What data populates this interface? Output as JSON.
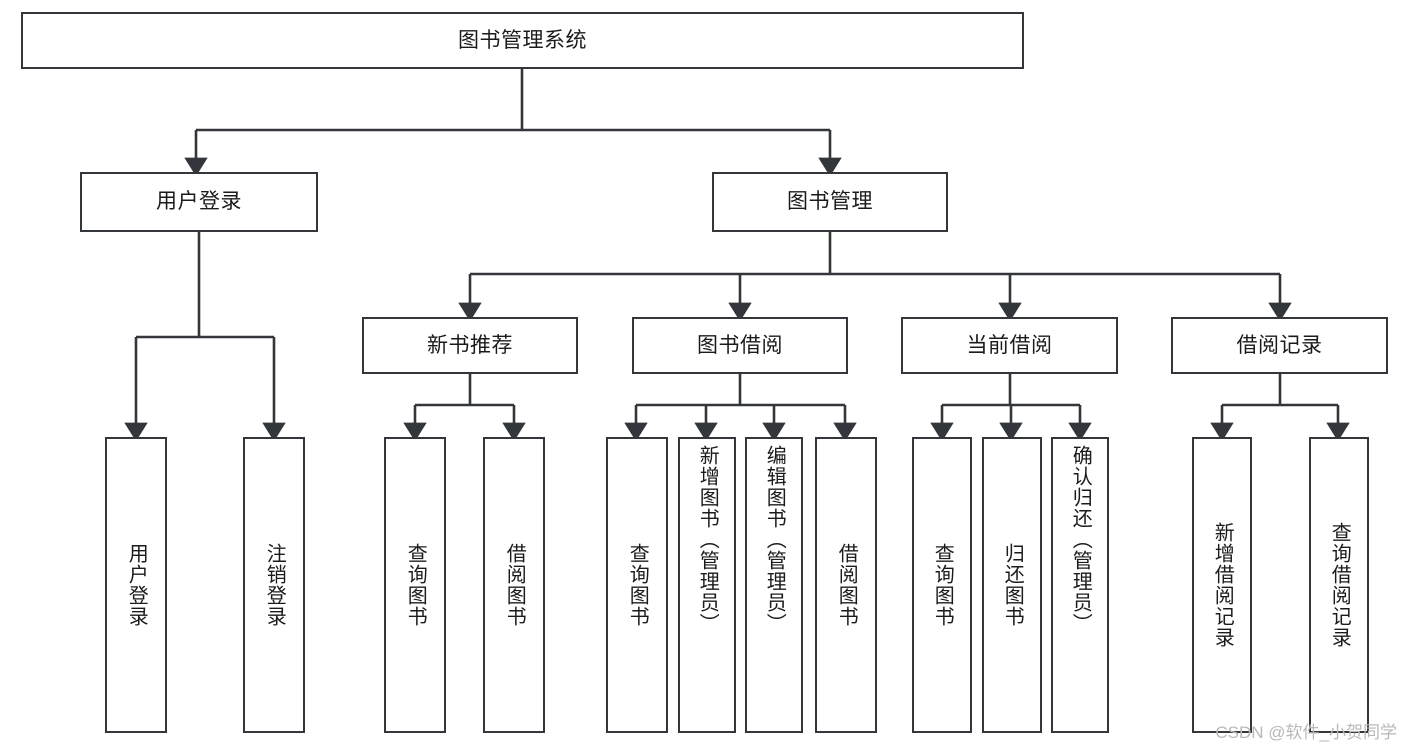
{
  "diagram": {
    "type": "hierarchy-tree",
    "title": "图书管理系统",
    "orientation": "top-down",
    "colors": {
      "box_border": "#33363b",
      "box_fill": "#ffffff",
      "connector": "#33363b",
      "text": "#1b1b1b",
      "watermark": "#b9b9b9"
    },
    "levels": [
      {
        "level": 1,
        "nodes": [
          {
            "id": "root",
            "label": "图书管理系统",
            "text_direction": "horizontal"
          }
        ]
      },
      {
        "level": 2,
        "nodes": [
          {
            "id": "user-login",
            "label": "用户登录",
            "text_direction": "horizontal",
            "parent": "root"
          },
          {
            "id": "book-manage",
            "label": "图书管理",
            "text_direction": "horizontal",
            "parent": "root"
          }
        ]
      },
      {
        "level": 3,
        "nodes": [
          {
            "id": "new-book-recommend",
            "label": "新书推荐",
            "text_direction": "horizontal",
            "parent": "book-manage"
          },
          {
            "id": "book-borrow",
            "label": "图书借阅",
            "text_direction": "horizontal",
            "parent": "book-manage"
          },
          {
            "id": "current-borrow",
            "label": "当前借阅",
            "text_direction": "horizontal",
            "parent": "book-manage"
          },
          {
            "id": "borrow-record",
            "label": "借阅记录",
            "text_direction": "horizontal",
            "parent": "book-manage"
          }
        ]
      },
      {
        "level": 4,
        "nodes": [
          {
            "id": "leaf-user-login",
            "label": "用户登录",
            "text_direction": "vertical",
            "parent": "user-login"
          },
          {
            "id": "leaf-user-logout",
            "label": "注销登录",
            "text_direction": "vertical",
            "parent": "user-login"
          },
          {
            "id": "leaf-query-book-1",
            "label": "查询图书",
            "text_direction": "vertical",
            "parent": "new-book-recommend"
          },
          {
            "id": "leaf-borrow-book-1",
            "label": "借阅图书",
            "text_direction": "vertical",
            "parent": "new-book-recommend"
          },
          {
            "id": "leaf-query-book-2",
            "label": "查询图书",
            "text_direction": "vertical",
            "parent": "book-borrow"
          },
          {
            "id": "leaf-add-book",
            "label": "新增图书（管理员）",
            "text_direction": "vertical",
            "parent": "book-borrow"
          },
          {
            "id": "leaf-edit-book",
            "label": "编辑图书（管理员）",
            "text_direction": "vertical",
            "parent": "book-borrow"
          },
          {
            "id": "leaf-borrow-book-2",
            "label": "借阅图书",
            "text_direction": "vertical",
            "parent": "book-borrow"
          },
          {
            "id": "leaf-query-book-3",
            "label": "查询图书",
            "text_direction": "vertical",
            "parent": "current-borrow"
          },
          {
            "id": "leaf-return-book",
            "label": "归还图书",
            "text_direction": "vertical",
            "parent": "current-borrow"
          },
          {
            "id": "leaf-confirm-return",
            "label": "确认归还（管理员）",
            "text_direction": "vertical",
            "parent": "current-borrow"
          },
          {
            "id": "leaf-add-record",
            "label": "新增借阅记录",
            "text_direction": "vertical",
            "parent": "borrow-record"
          },
          {
            "id": "leaf-query-record",
            "label": "查询借阅记录",
            "text_direction": "vertical",
            "parent": "borrow-record"
          }
        ]
      }
    ],
    "watermark": "CSDN @软件_小贺同学"
  }
}
